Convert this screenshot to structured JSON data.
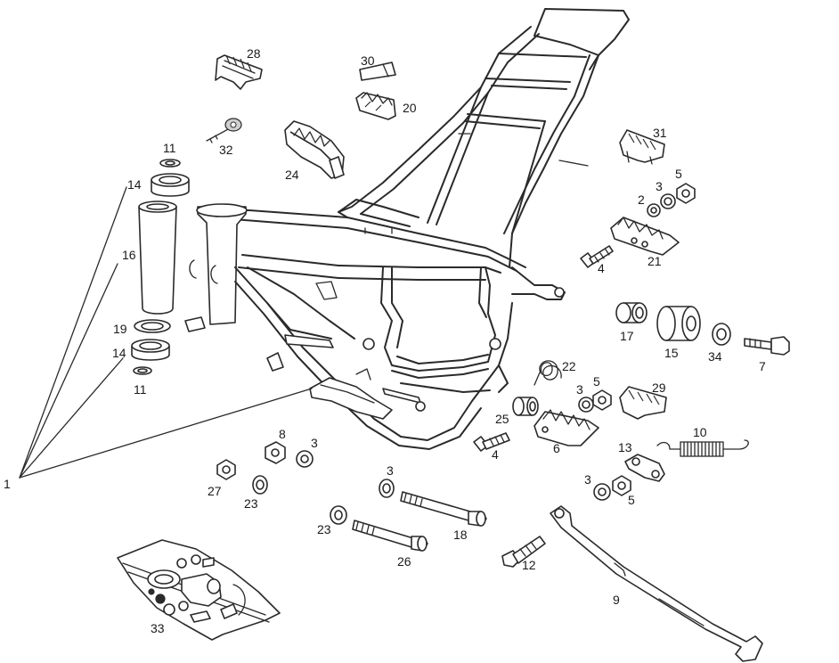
{
  "colors": {
    "ink": "#2a2a2a",
    "background": "#ffffff"
  },
  "callouts": [
    {
      "id": "c1",
      "text": "1"
    },
    {
      "id": "c2",
      "text": "2"
    },
    {
      "id": "c3a",
      "text": "3"
    },
    {
      "id": "c3b",
      "text": "3"
    },
    {
      "id": "c3c",
      "text": "3"
    },
    {
      "id": "c3d",
      "text": "3"
    },
    {
      "id": "c3e",
      "text": "3"
    },
    {
      "id": "c4a",
      "text": "4"
    },
    {
      "id": "c4b",
      "text": "4"
    },
    {
      "id": "c5a",
      "text": "5"
    },
    {
      "id": "c5b",
      "text": "5"
    },
    {
      "id": "c5c",
      "text": "5"
    },
    {
      "id": "c6",
      "text": "6"
    },
    {
      "id": "c7",
      "text": "7"
    },
    {
      "id": "c8",
      "text": "8"
    },
    {
      "id": "c9",
      "text": "9"
    },
    {
      "id": "c10",
      "text": "10"
    },
    {
      "id": "c11a",
      "text": "11"
    },
    {
      "id": "c11b",
      "text": "11"
    },
    {
      "id": "c12",
      "text": "12"
    },
    {
      "id": "c13",
      "text": "13"
    },
    {
      "id": "c14a",
      "text": "14"
    },
    {
      "id": "c14b",
      "text": "14"
    },
    {
      "id": "c15",
      "text": "15"
    },
    {
      "id": "c16",
      "text": "16"
    },
    {
      "id": "c17",
      "text": "17"
    },
    {
      "id": "c18",
      "text": "18"
    },
    {
      "id": "c19",
      "text": "19"
    },
    {
      "id": "c20",
      "text": "20"
    },
    {
      "id": "c21",
      "text": "21"
    },
    {
      "id": "c22",
      "text": "22"
    },
    {
      "id": "c23a",
      "text": "23"
    },
    {
      "id": "c23b",
      "text": "23"
    },
    {
      "id": "c24",
      "text": "24"
    },
    {
      "id": "c25",
      "text": "25"
    },
    {
      "id": "c26",
      "text": "26"
    },
    {
      "id": "c27",
      "text": "27"
    },
    {
      "id": "c28",
      "text": "28"
    },
    {
      "id": "c29",
      "text": "29"
    },
    {
      "id": "c30",
      "text": "30"
    },
    {
      "id": "c31",
      "text": "31"
    },
    {
      "id": "c32",
      "text": "32"
    },
    {
      "id": "c33",
      "text": "33"
    },
    {
      "id": "c34",
      "text": "34"
    }
  ]
}
